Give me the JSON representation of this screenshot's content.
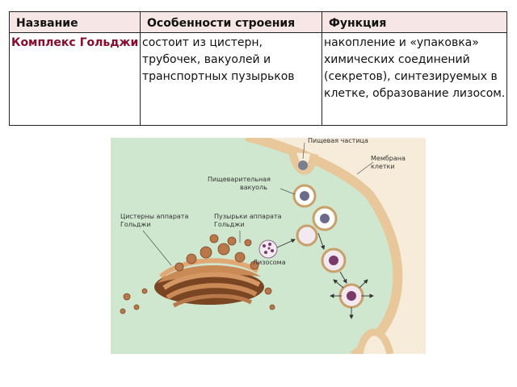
{
  "table": {
    "headers": [
      "Название",
      "Особенности строения",
      "Функция"
    ],
    "row": {
      "name": "Комплекс Гольджи",
      "structure": "состоит из цистерн, трубочек, вакуолей и транспортных пузырьков",
      "function": "накопление и «упаковка» химических соединений (секретов), синтезируемых в клетке, образование лизосом."
    }
  },
  "figure": {
    "labels": {
      "food_particle": "Пищевая частица",
      "membrane_line1": "Мембрана",
      "membrane_line2": "клетки",
      "digestive_vacuole_line1": "Пищеварительная",
      "digestive_vacuole_line2": "вакуоль",
      "cisterns_line1": "Цистерны аппарата",
      "cisterns_line2": "Гольджи",
      "vesicles_line1": "Пузырьки аппарата",
      "vesicles_line2": "Гольджи",
      "lysosome": "Лизосома"
    },
    "colors": {
      "cytoplasm": "#cfe6cf",
      "outside": "#f6ecd9",
      "membrane": "#e8c89a",
      "golgi": "#a8683a"
    }
  }
}
